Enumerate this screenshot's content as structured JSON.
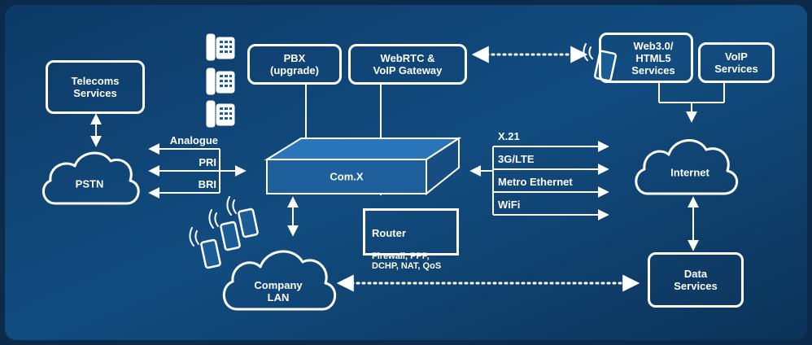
{
  "colors": {
    "background": "#0e2d4f",
    "panel": "#134a7c",
    "stroke": "#ffffff",
    "comx_fill": "#1f5f9c",
    "comx_top": "#2a75b9"
  },
  "nodes": {
    "telecoms": "Telecoms\nServices",
    "pstn": "PSTN",
    "pbx": "PBX\n(upgrade)",
    "webrtc": "WebRTC &\nVoIP Gateway",
    "web3": "Web3.0/\nHTML5\nServices",
    "voip": "VoIP\nServices",
    "comx": "Com.X",
    "internet": "Internet",
    "router_title": "Router",
    "router_features": "Firewall, PPP,\nDCHP, NAT, QoS",
    "company_lan": "Company\nLAN",
    "data_services": "Data\nServices"
  },
  "links": {
    "analogue": "Analogue",
    "pri": "PRI",
    "bri": "BRI",
    "x21": "X.21",
    "lte": "3G/LTE",
    "metro": "Metro Ethernet",
    "wifi": "WiFi"
  },
  "icons": [
    "desk-phone-icon",
    "mobile-phone-icon",
    "wifi-signal-icon",
    "cloud-icon"
  ]
}
